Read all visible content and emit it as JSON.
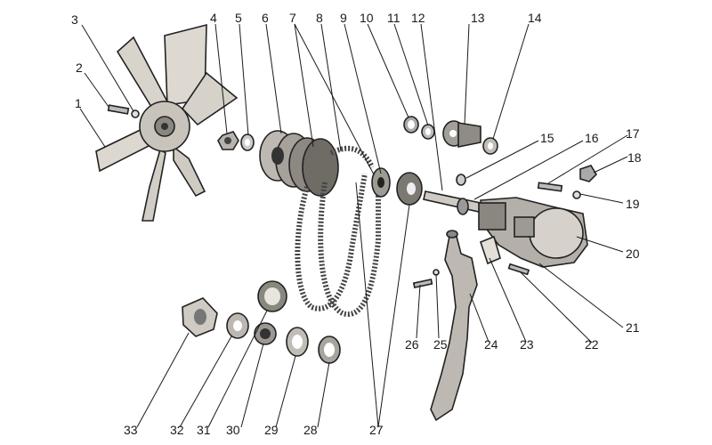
{
  "callouts": [
    {
      "id": "1",
      "label": "1"
    },
    {
      "id": "2",
      "label": "2"
    },
    {
      "id": "3",
      "label": "3"
    },
    {
      "id": "4",
      "label": "4"
    },
    {
      "id": "5",
      "label": "5"
    },
    {
      "id": "6",
      "label": "6"
    },
    {
      "id": "7",
      "label": "7"
    },
    {
      "id": "8",
      "label": "8"
    },
    {
      "id": "9",
      "label": "9"
    },
    {
      "id": "10",
      "label": "10"
    },
    {
      "id": "11",
      "label": "11"
    },
    {
      "id": "12",
      "label": "12"
    },
    {
      "id": "13",
      "label": "13"
    },
    {
      "id": "14",
      "label": "14"
    },
    {
      "id": "15",
      "label": "15"
    },
    {
      "id": "16",
      "label": "16"
    },
    {
      "id": "17",
      "label": "17"
    },
    {
      "id": "18",
      "label": "18"
    },
    {
      "id": "19",
      "label": "19"
    },
    {
      "id": "20",
      "label": "20"
    },
    {
      "id": "21",
      "label": "21"
    },
    {
      "id": "22",
      "label": "22"
    },
    {
      "id": "23",
      "label": "23"
    },
    {
      "id": "24",
      "label": "24"
    },
    {
      "id": "25",
      "label": "25"
    },
    {
      "id": "26",
      "label": "26"
    },
    {
      "id": "27",
      "label": "27"
    },
    {
      "id": "28",
      "label": "28"
    },
    {
      "id": "29",
      "label": "29"
    },
    {
      "id": "30",
      "label": "30"
    },
    {
      "id": "31",
      "label": "31"
    },
    {
      "id": "32",
      "label": "32"
    },
    {
      "id": "33",
      "label": "33"
    }
  ]
}
